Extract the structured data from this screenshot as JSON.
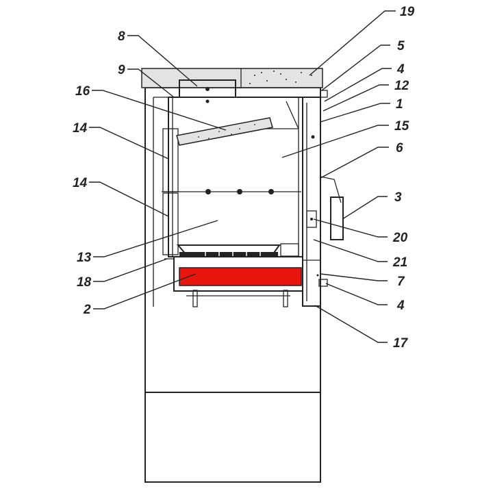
{
  "diagram": {
    "colors": {
      "line": "#222222",
      "highlight": "#e8160c",
      "stone": "#e3e3e3",
      "background": "#ffffff"
    },
    "callouts": [
      {
        "id": "c19",
        "text": "19"
      },
      {
        "id": "c5",
        "text": "5"
      },
      {
        "id": "c4a",
        "text": "4"
      },
      {
        "id": "c12",
        "text": "12"
      },
      {
        "id": "c1",
        "text": "1"
      },
      {
        "id": "c15",
        "text": "15"
      },
      {
        "id": "c6",
        "text": "6"
      },
      {
        "id": "c3",
        "text": "3"
      },
      {
        "id": "c20",
        "text": "20"
      },
      {
        "id": "c21",
        "text": "21"
      },
      {
        "id": "c7",
        "text": "7"
      },
      {
        "id": "c4b",
        "text": "4"
      },
      {
        "id": "c17",
        "text": "17"
      },
      {
        "id": "c8",
        "text": "8"
      },
      {
        "id": "c9",
        "text": "9"
      },
      {
        "id": "c16",
        "text": "16"
      },
      {
        "id": "c14a",
        "text": "14"
      },
      {
        "id": "c14b",
        "text": "14"
      },
      {
        "id": "c13",
        "text": "13"
      },
      {
        "id": "c18",
        "text": "18"
      },
      {
        "id": "c2",
        "text": "2"
      }
    ]
  }
}
